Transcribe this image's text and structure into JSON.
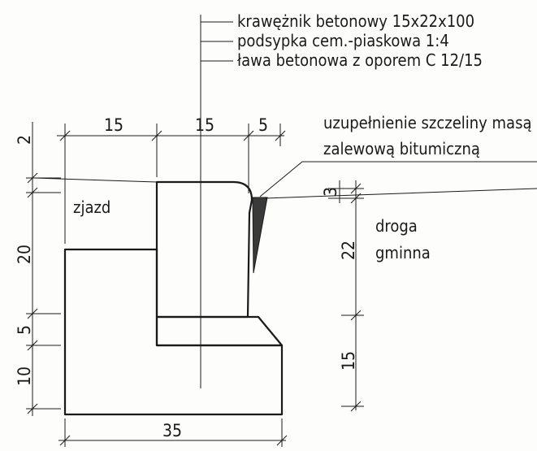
{
  "legend": {
    "items": [
      "krawężnik betonowy 15x22x100",
      "podsypka cem.-piaskowa 1:4",
      "ława betonowa z oporem C 12/15"
    ]
  },
  "annotations": {
    "joint_line1": "uzupełnienie szczeliny masą",
    "joint_line2": "zalewową bitumiczną",
    "left_side": "zjazd",
    "right_side_line1": "droga",
    "right_side_line2": "gminna"
  },
  "dimensions": {
    "top_left": "15",
    "top_middle": "15",
    "top_right": "5",
    "bottom_width": "35",
    "left_2": "2",
    "left_20": "20",
    "left_5": "5",
    "left_10": "10",
    "right_3": "3",
    "right_22": "22",
    "right_15": "15"
  },
  "colors": {
    "ink": "#1a1a1a",
    "background": "#fdfdfb",
    "sand": "#f4f4ee"
  }
}
